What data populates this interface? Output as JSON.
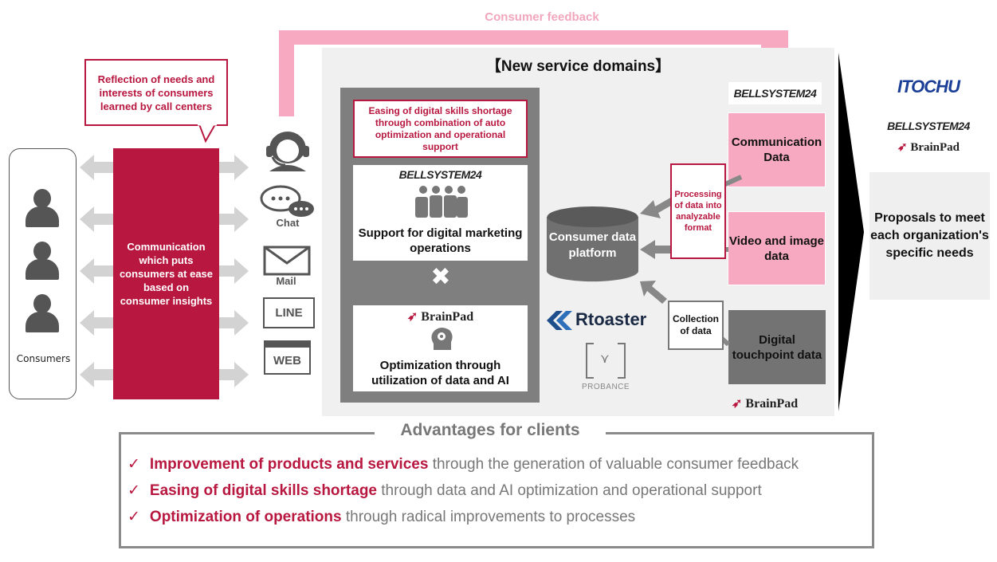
{
  "feedback_label": "Consumer feedback",
  "callout": "Reflection of needs and interests of consumers learned by call centers",
  "consumers_label": "Consumers",
  "red_block_text": "Communication which puts consumers at ease based on consumer insights",
  "channels": {
    "chat": "Chat",
    "mail": "Mail",
    "line": "LINE",
    "web": "WEB"
  },
  "domains_title": "【New service domains】",
  "skills_box": "Easing of digital skills shortage through combination of auto optimization and operational support",
  "bell_logo": "BELLSYSTEM24",
  "brainpad_logo": "BrainPad",
  "itochu_logo": "ITOCHU",
  "support_text": "Support for digital marketing operations",
  "cross": "✖",
  "optimization_text": "Optimization through utilization of data and AI",
  "platform_label": "Consumer data platform",
  "rtoaster": "Rtoaster",
  "probance": "PROBANCE",
  "processing_box": "Processing of data into analyzable format",
  "collection_box": "Collection of data",
  "data_boxes": {
    "communication": "Communication Data",
    "video": "Video and image data",
    "digital": "Digital touchpoint data"
  },
  "proposals": "Proposals to meet each organization's specific needs",
  "advantages": {
    "title": "Advantages for clients",
    "items": [
      {
        "highlight": "Improvement of products and services",
        "rest": " through the generation of valuable consumer feedback"
      },
      {
        "highlight": "Easing of digital skills shortage",
        "rest": " through data and AI optimization and operational support"
      },
      {
        "highlight": "Optimization of operations",
        "rest": " through radical improvements to processes"
      }
    ]
  },
  "colors": {
    "accent_red": "#b8173f",
    "pink": "#f6a9c1",
    "gray_dark": "#7f7f7f",
    "panel_bg": "#f0f0f0"
  }
}
